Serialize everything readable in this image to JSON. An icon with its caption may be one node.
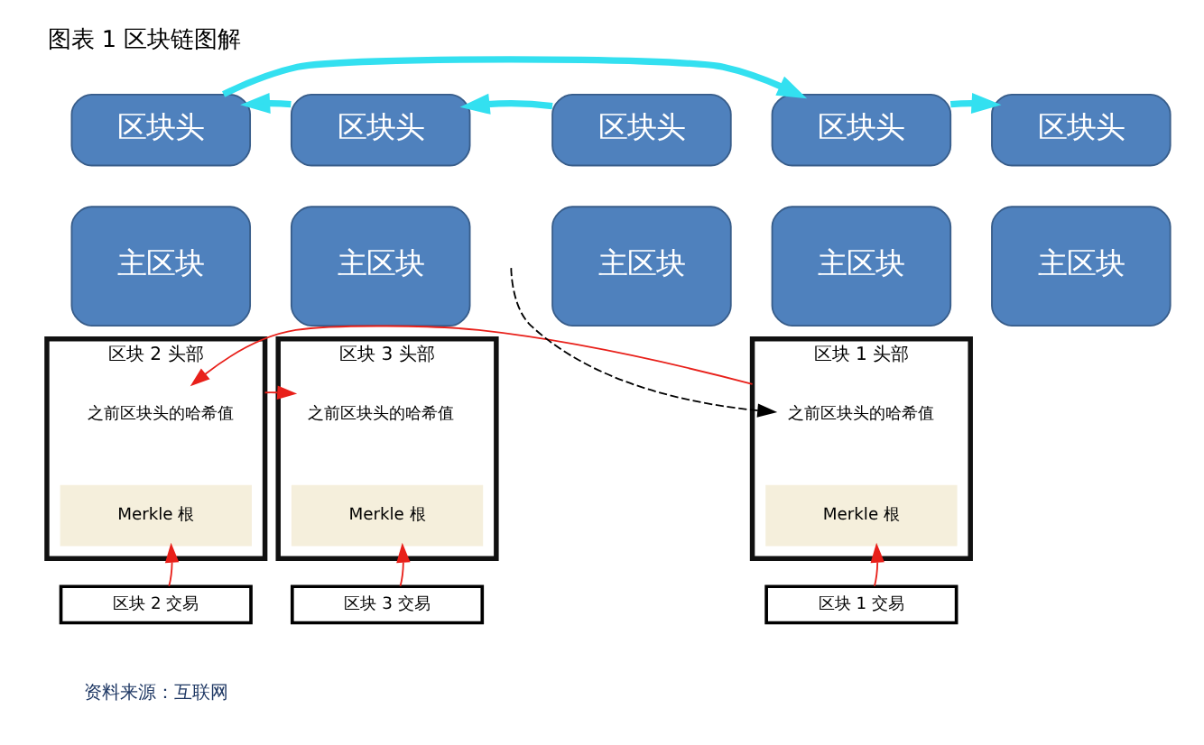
{
  "diagram": {
    "title": "图表 1 区块链图解",
    "caption": "资料来源：互联网",
    "nodes": [
      {
        "text": [
          "区块头"
        ]
      },
      {
        "text": [
          "区块头"
        ]
      },
      {
        "text": [
          "区块头"
        ]
      },
      {
        "text": [
          "区块头"
        ]
      },
      {
        "text": [
          "区块头"
        ]
      },
      {
        "text": [
          "主区块"
        ]
      },
      {
        "text": [
          "主区块"
        ]
      },
      {
        "text": [
          "主区块"
        ]
      },
      {
        "text": [
          "主区块"
        ]
      },
      {
        "text": [
          "主区块"
        ]
      },
      {
        "text": [
          "区块 1 头部"
        ]
      },
      {
        "text": [
          "之前区块头的哈希值"
        ],
        "in": 10
      },
      {
        "text": [
          "Merkle 根"
        ],
        "in": 10
      },
      {
        "text": [
          "区块 2 头部"
        ]
      },
      {
        "text": [
          "之前区块头的哈希值"
        ],
        "in": 13
      },
      {
        "text": [
          "Merkle 根"
        ],
        "in": 13
      },
      {
        "text": [
          "区块 3 头部"
        ]
      },
      {
        "text": [
          "之前区块头的哈希值"
        ],
        "in": 16
      },
      {
        "text": [
          "Merkle 根"
        ],
        "in": 16
      },
      {
        "text": [
          "区块 1 交易"
        ]
      },
      {
        "text": [
          "区块 2 交易"
        ]
      },
      {
        "text": [
          "区块 3 交易"
        ]
      }
    ],
    "edges": [
      {
        "from": 1,
        "to": 0,
        "arrow": "to",
        "style": "thick",
        "color": "#33e0f0"
      },
      {
        "from": 2,
        "to": 1,
        "arrow": "to",
        "style": "thick",
        "color": "#33e0f0"
      },
      {
        "from": 3,
        "to": 2,
        "arrow": "to",
        "style": "thick",
        "color": "#33e0f0"
      },
      {
        "from": 4,
        "to": 3,
        "arrow": "to",
        "style": "thick",
        "color": "#33e0f0"
      },
      {
        "from": null,
        "to": 11,
        "arrow": "to",
        "style": "dashed",
        "color": "#000000"
      },
      {
        "from": 10,
        "to": 14,
        "arrow": "to",
        "color": "#e8201a"
      },
      {
        "from": 13,
        "to": 17,
        "arrow": "to",
        "color": "#e8201a"
      },
      {
        "from": 19,
        "to": 12,
        "arrow": "to",
        "color": "#e8201a"
      },
      {
        "from": 20,
        "to": 15,
        "arrow": "to",
        "color": "#e8201a"
      },
      {
        "from": 21,
        "to": 18,
        "arrow": "to",
        "color": "#e8201a"
      }
    ]
  }
}
